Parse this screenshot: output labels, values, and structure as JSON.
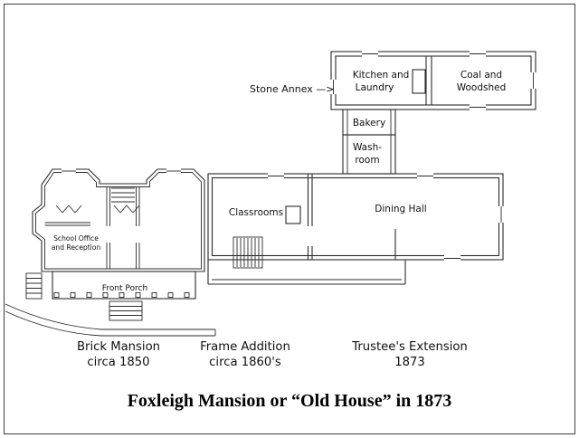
{
  "title": "Foxleigh Mansion or “Old House” in 1873",
  "annex": {
    "pointer_label": "Stone Annex —>",
    "kitchen_laundry": {
      "line1": "Kitchen and",
      "line2": "Laundry"
    },
    "coal_woodshed": {
      "line1": "Coal and",
      "line2": "Woodshed"
    },
    "bakery": "Bakery",
    "washroom": {
      "line1": "Wash-",
      "line2": "room"
    }
  },
  "main": {
    "classrooms": "Classrooms",
    "dining_hall": "Dining Hall"
  },
  "mansion": {
    "school_office": {
      "line1": "School Office",
      "line2": "and Reception"
    },
    "front_porch": "Front Porch"
  },
  "captions": {
    "brick_mansion": {
      "line1": "Brick Mansion",
      "line2": "circa  1850"
    },
    "frame_addition": {
      "line1": "Frame Addition",
      "line2": "circa 1860's"
    },
    "trustee_extension": {
      "line1": "Trustee's Extension",
      "line2": "1873"
    }
  }
}
